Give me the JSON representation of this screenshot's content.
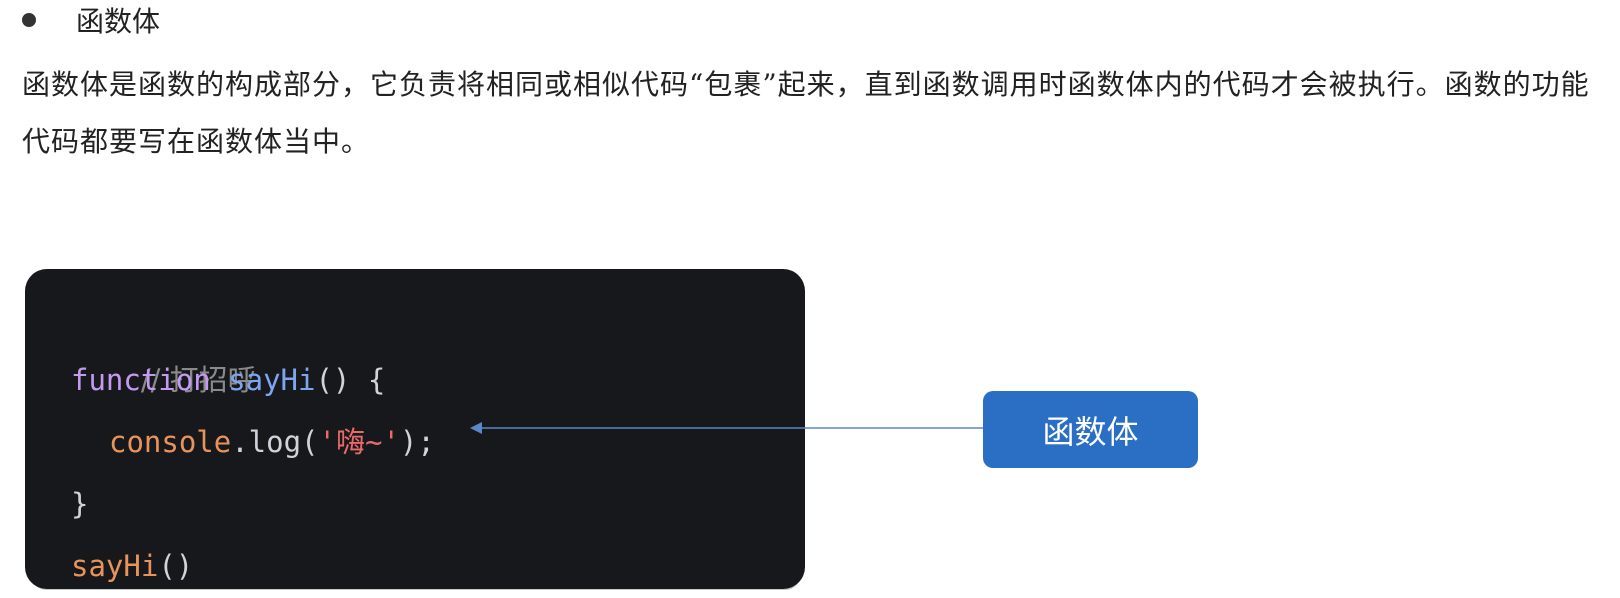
{
  "bullet": {
    "label": "函数体"
  },
  "paragraph": {
    "text": "函数体是函数的构成部分，它负责将相同或相似代码“包裹”起来，直到函数调用时函数体内的代码才会被执行。函数的功能代码都要写在函数体当中。"
  },
  "code": {
    "comment": "// 打招呼",
    "line2": {
      "keyword": "function",
      "name": "sayHi",
      "rest": "() {"
    },
    "line3": {
      "object": "console",
      "method": ".log(",
      "string": "'嗨~'",
      "end": ");"
    },
    "line4": "}",
    "line5": {
      "call": "sayHi",
      "rest": "()"
    }
  },
  "callout": {
    "label": "函数体",
    "color": "#2a6fc4"
  },
  "arrow": {
    "color": "#5b86c8"
  }
}
